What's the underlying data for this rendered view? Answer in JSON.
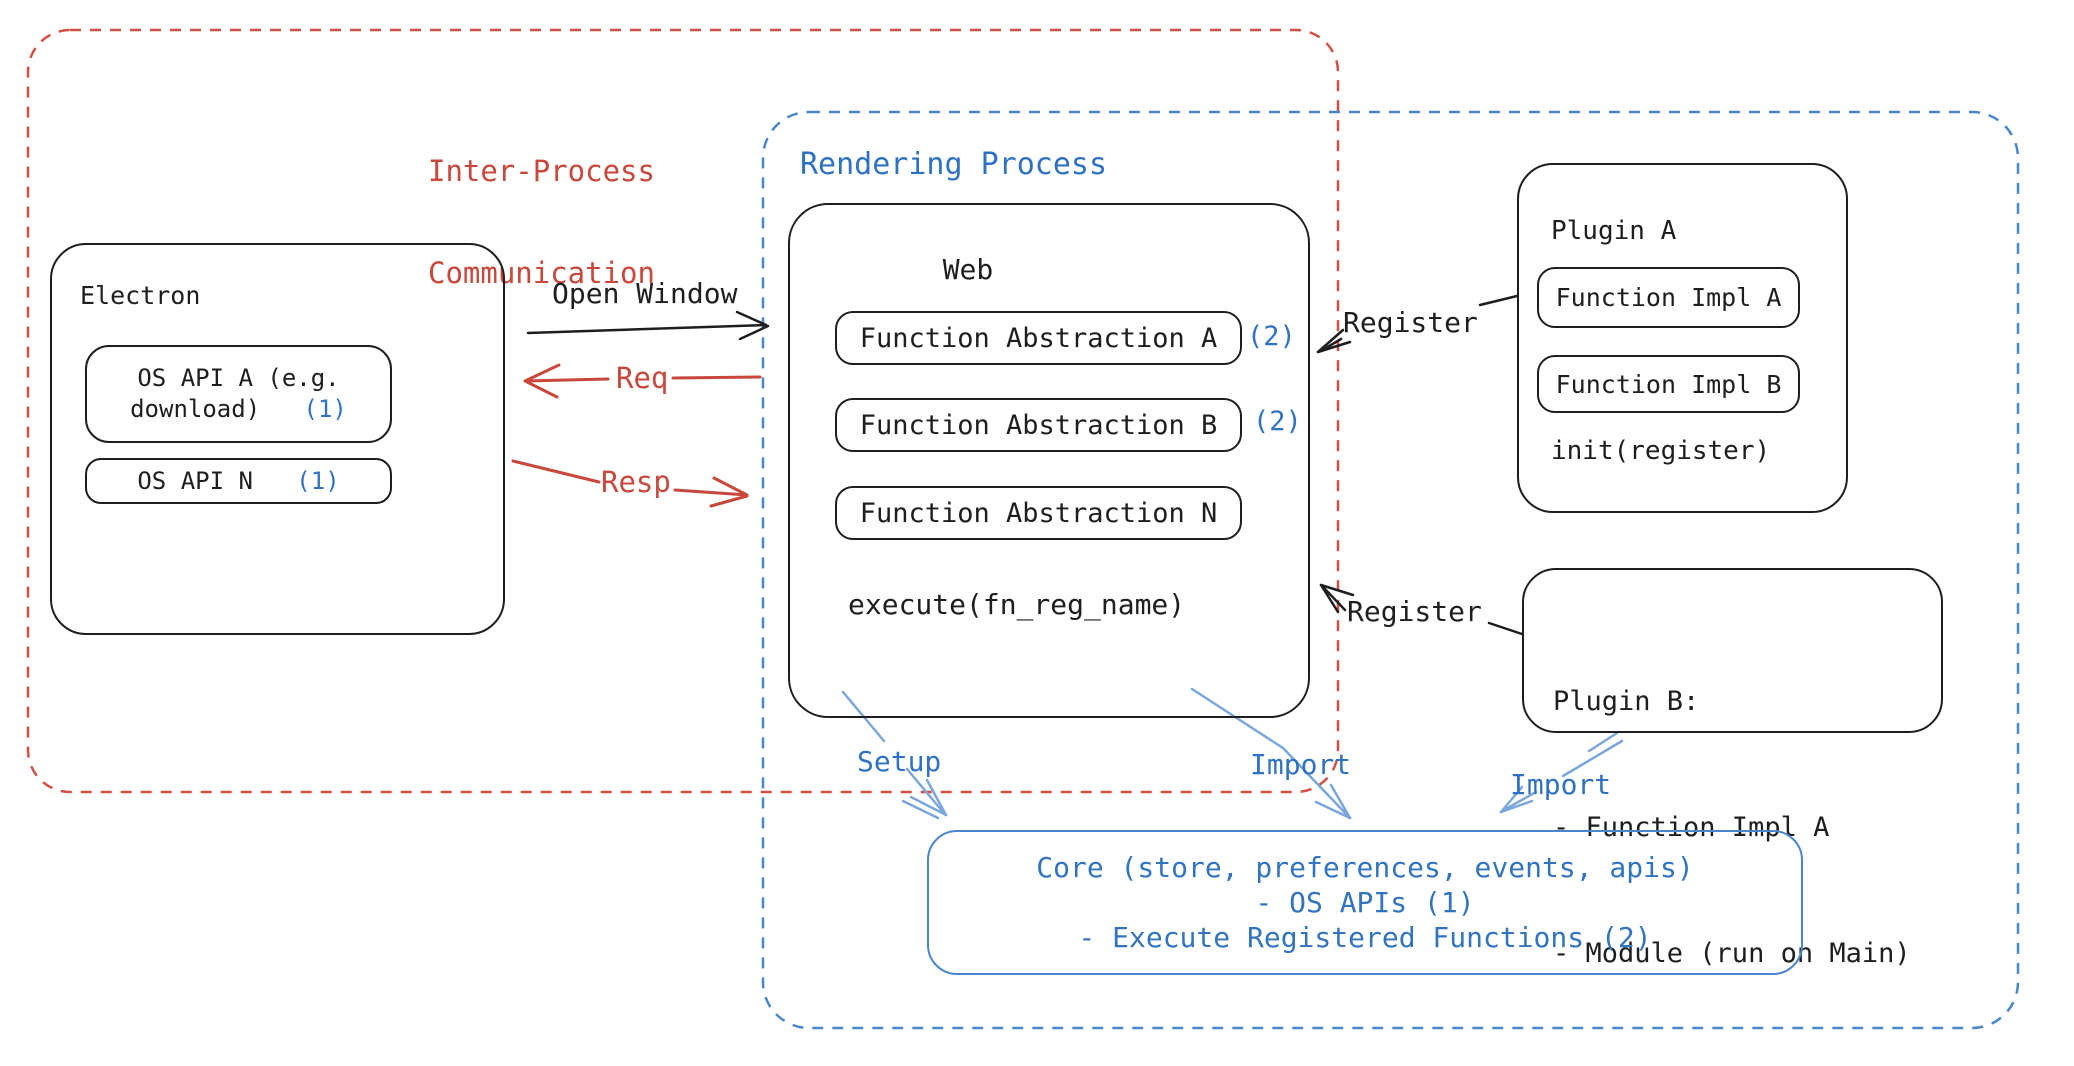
{
  "colors": {
    "black": "#1e1e1e",
    "red": "#c9473b",
    "red_dash": "#d05043",
    "blue_text": "#2f72c4",
    "blue_border": "#4a86cc",
    "blue_arrow": "#7ba6dc"
  },
  "ipc": {
    "label_line1": "Inter-Process",
    "label_line2": "Communication"
  },
  "rendering": {
    "label": "Rendering Process"
  },
  "electron": {
    "title": "Electron",
    "os_api_a": {
      "line1": "OS API A (e.g.",
      "line2": "download)",
      "badge": "(1)"
    },
    "os_api_n": {
      "label": "OS API N",
      "badge": "(1)"
    }
  },
  "web": {
    "title": "Web",
    "abstractions": [
      {
        "label": "Function Abstraction A",
        "badge": "(2)"
      },
      {
        "label": "Function Abstraction B",
        "badge": "(2)"
      },
      {
        "label": "Function Abstraction N",
        "badge": ""
      }
    ],
    "execute": "execute(fn_reg_name)"
  },
  "plugin_a": {
    "title": "Plugin A",
    "impl_a": "Function Impl A",
    "impl_b": "Function Impl B",
    "init": "init(register)"
  },
  "plugin_b": {
    "line1": "Plugin B:",
    "line2": "- Function Impl A",
    "line3": "- Module (run on Main)"
  },
  "core": {
    "line1": "Core (store, preferences, events, apis)",
    "line2": "- OS APIs (1)",
    "line3": "- Execute Registered Functions (2)"
  },
  "arrows": {
    "open_window": "Open Window",
    "req": "Req",
    "resp": "Resp",
    "register_top": "Register",
    "register_bottom": "Register",
    "setup": "Setup",
    "import_web": "Import",
    "import_plugin": "Import"
  }
}
